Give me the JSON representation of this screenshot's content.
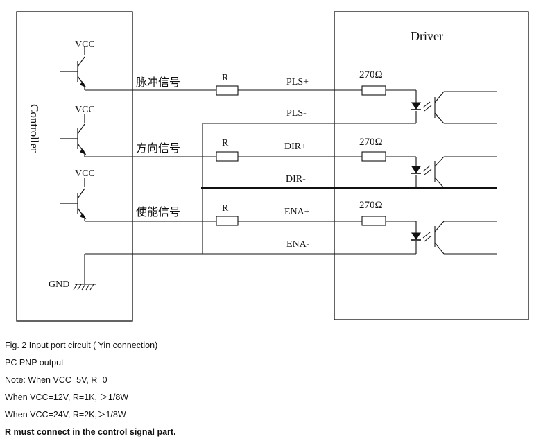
{
  "diagram": {
    "controller_label": "Controller",
    "driver_label": "Driver",
    "vcc_label": "VCC",
    "gnd_label": "GND",
    "resistor_label": "R",
    "driver_resistor_label": "270Ω",
    "channels": [
      {
        "signal_name": "脉冲信号",
        "pos_label": "PLS+",
        "neg_label": "PLS-"
      },
      {
        "signal_name": "方向信号",
        "pos_label": "DIR+",
        "neg_label": "DIR-"
      },
      {
        "signal_name": "使能信号",
        "pos_label": "ENA+",
        "neg_label": "ENA-"
      }
    ]
  },
  "caption": {
    "figure_title": "Fig. 2 Input port circuit ( Yin connection)",
    "output_type": "PC PNP output",
    "notes": [
      "Note: When VCC=5V, R=0",
      "When VCC=12V, R=1K, ＞1/8W",
      "When VCC=24V, R=2K,＞1/8W"
    ],
    "emphasis": "R must connect in the control signal part."
  }
}
